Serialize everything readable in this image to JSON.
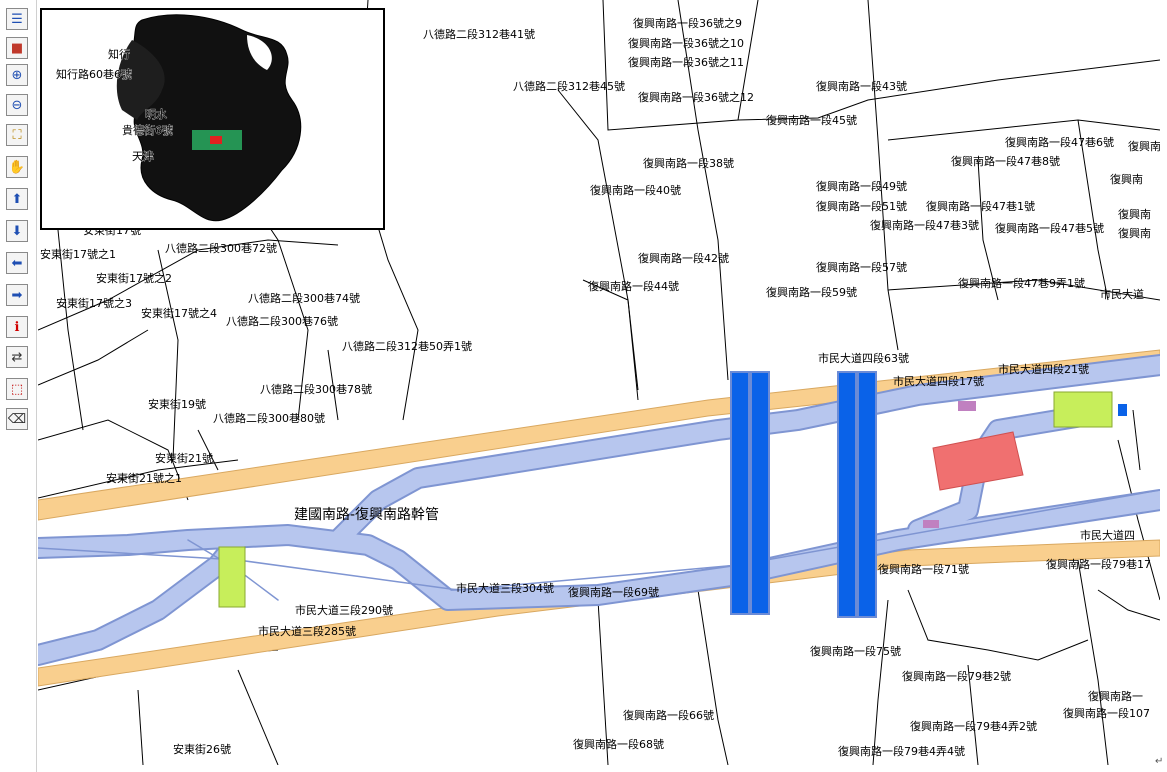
{
  "toolbar": {
    "tools": [
      {
        "name": "layer-list-icon",
        "glyph": "☰",
        "color": "#1f4fb3"
      },
      {
        "name": "legend-icon",
        "glyph": "■",
        "color": "#c0392b"
      },
      {
        "name": "zoom-in-icon",
        "glyph": "⊕",
        "color": "#1f4fb3"
      },
      {
        "name": "zoom-out-icon",
        "glyph": "⊖",
        "color": "#1f4fb3"
      },
      {
        "name": "full-extent-icon",
        "glyph": "⛶",
        "color": "#b8860b"
      },
      {
        "name": "pan-hand-icon",
        "glyph": "✋",
        "color": "#333333"
      },
      {
        "name": "pan-up-icon",
        "glyph": "⬆",
        "color": "#1f4fb3"
      },
      {
        "name": "pan-down-icon",
        "glyph": "⬇",
        "color": "#1f4fb3"
      },
      {
        "name": "pan-left-icon",
        "glyph": "⬅",
        "color": "#1f4fb3"
      },
      {
        "name": "pan-right-icon",
        "glyph": "➡",
        "color": "#1f4fb3"
      },
      {
        "name": "identify-info-icon",
        "glyph": "ℹ",
        "color": "#d00000"
      },
      {
        "name": "measure-icon",
        "glyph": "⇄",
        "color": "#333333"
      },
      {
        "name": "select-box-icon",
        "glyph": "⬚",
        "color": "#c00000"
      },
      {
        "name": "eraser-icon",
        "glyph": "⌫",
        "color": "#333333"
      }
    ]
  },
  "colors": {
    "road_fill": "#f9cf8e",
    "pipe_fill": "#b7c6ee",
    "pipe_edge": "#7f95d2",
    "station_blue": "#0a62e8",
    "red_block": "#f07070",
    "green_block": "#c7ee5b",
    "boundary": "#000000"
  },
  "overview": {
    "labels": [
      "知行",
      "知行路60巷6號",
      "明水",
      "貴德街6號",
      "天津"
    ]
  },
  "map": {
    "address_labels": [
      "八德路二段312巷41號",
      "復興南路一段36號之9",
      "復興南路一段36號之10",
      "復興南路一段36號之11",
      "八德路二段312巷45號",
      "復興南路一段36號之12",
      "復興南路一段43號",
      "復興南路一段45號",
      "復興南路一段47巷6號",
      "復興南",
      "復興南路一段47巷8號",
      "復興南",
      "復興南路一段38號",
      "復興南路一段40號",
      "復興南路一段49號",
      "復興南路一段51號",
      "復興南路一段47巷1號",
      "復興南",
      "復興南路一段47巷3號",
      "復興南路一段47巷5號",
      "復興南",
      "復興南路一段42號",
      "復興南路一段44號",
      "復興南路一段57號",
      "復興南路一段59號",
      "復興南路一段47巷9弄1號",
      "市民大道",
      "安東街17號",
      "八德路二段300巷72號",
      "安東街17號之1",
      "安東街17號之2",
      "安東街17號之3",
      "安東街17號之4",
      "八德路二段300巷74號",
      "八德路二段300巷76號",
      "八德路二段312巷50弄1號",
      "市民大道四段63號",
      "市民大道四段17號",
      "市民大道四段21號",
      "八德路二段300巷78號",
      "安東街19號",
      "八德路二段300巷80號",
      "安東街21號",
      "安東街21號之1",
      "市民大道四",
      "復興南路一段71號",
      "復興南路一段79巷17",
      "市民大道三段304號",
      "復興南路一段69號",
      "市民大道三段290號",
      "市民大道三段285號",
      "復興南路一段75號",
      "復興南路一段79巷2號",
      "復興南路一",
      "復興南路一段107",
      "復興南路一段66號",
      "復興南路一段79巷4弄2號",
      "安東街26號",
      "復興南路一段68號",
      "復興南路一段79巷4弄4號"
    ],
    "pipeline_label": "建國南路-復興南路幹管"
  },
  "page_mark": "↵"
}
